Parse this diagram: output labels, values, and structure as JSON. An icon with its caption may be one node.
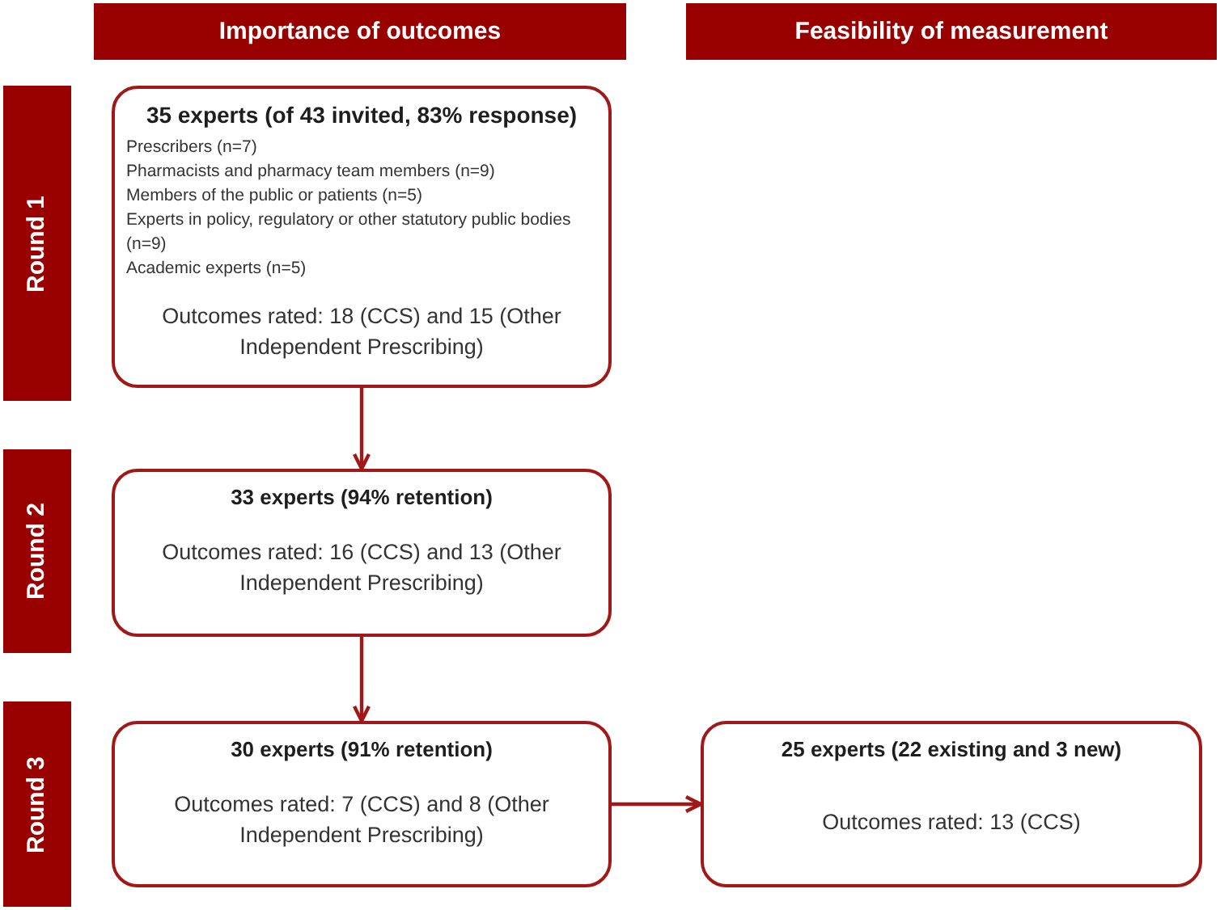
{
  "diagram": {
    "nodes": [
      {
        "text": [
          "Importance of outcomes"
        ]
      },
      {
        "text": [
          "Feasibility of measurement"
        ]
      },
      {
        "text": [
          "Round 1"
        ]
      },
      {
        "text": [
          "35 experts (of 43 invited, 83% response)",
          "Prescribers (n=7)",
          "Pharmacists and pharmacy team members (n=9)",
          "Members of the public or patients (n=5)",
          "Experts in policy, regulatory or other statutory public bodies (n=9)",
          "Academic experts (n=5)",
          "Outcomes rated: 18 (CCS) and 15 (Other Independent Prescribing)"
        ]
      },
      {
        "text": [
          "Round 2"
        ]
      },
      {
        "text": [
          "33 experts (94% retention)",
          "Outcomes rated: 16 (CCS) and 13 (Other Independent Prescribing)"
        ]
      },
      {
        "text": [
          "Round 3"
        ]
      },
      {
        "text": [
          "30 experts (91% retention)",
          "Outcomes rated: 7 (CCS) and 8 (Other Independent Prescribing)"
        ]
      },
      {
        "text": [
          "25 experts (22 existing and 3 new)",
          "Outcomes rated: 13 (CCS)"
        ]
      }
    ],
    "edges": [
      {
        "from": 3,
        "to": 5,
        "arrow": "to"
      },
      {
        "from": 5,
        "to": 7,
        "arrow": "to"
      },
      {
        "from": 7,
        "to": 8,
        "arrow": "to"
      }
    ]
  }
}
